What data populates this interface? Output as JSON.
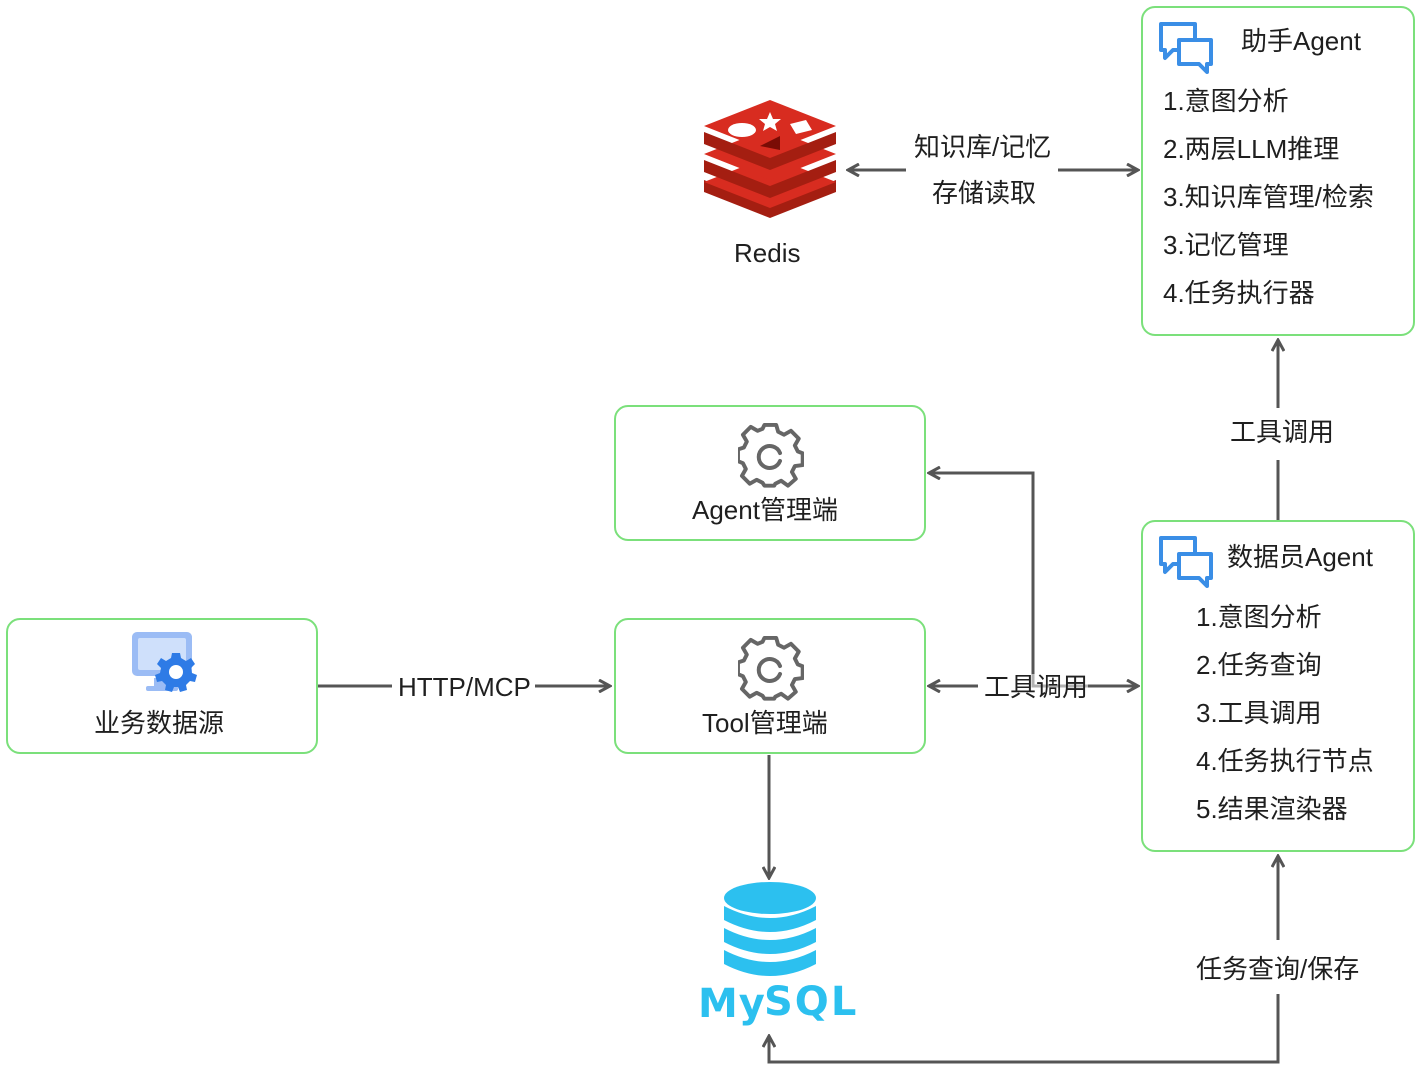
{
  "nodes": {
    "assistant_agent": {
      "title": "助手Agent",
      "items": [
        "1.意图分析",
        "2.两层LLM推理",
        "3.知识库管理/检索",
        "3.记忆管理",
        "4.任务执行器"
      ]
    },
    "data_agent": {
      "title": "数据员Agent",
      "items": [
        "1.意图分析",
        "2.任务查询",
        "3.工具调用",
        "4.任务执行节点",
        "5.结果渲染器"
      ]
    },
    "agent_admin": {
      "label": "Agent管理端"
    },
    "tool_admin": {
      "label": "Tool管理端"
    },
    "business_source": {
      "label": "业务数据源"
    },
    "redis": {
      "label": "Redis"
    },
    "mysql": {
      "label": "MySQL",
      "label_my": "My",
      "label_sql": "SQL"
    }
  },
  "edges": {
    "redis_assistant": {
      "line1": "知识库/记忆",
      "line2": "存储读取"
    },
    "data_to_assistant": {
      "label": "工具调用"
    },
    "tool_data": {
      "label": "工具调用"
    },
    "source_tool": {
      "label": "HTTP/MCP"
    },
    "data_mysql": {
      "label": "任务查询/保存"
    }
  },
  "colors": {
    "box_border": "#7be07b",
    "arrow": "#555555",
    "redis_red": "#d82c20",
    "mysql_blue": "#2cc0ef",
    "chat_icon_blue": "#3a8ee6",
    "gear_gray": "#666666"
  }
}
